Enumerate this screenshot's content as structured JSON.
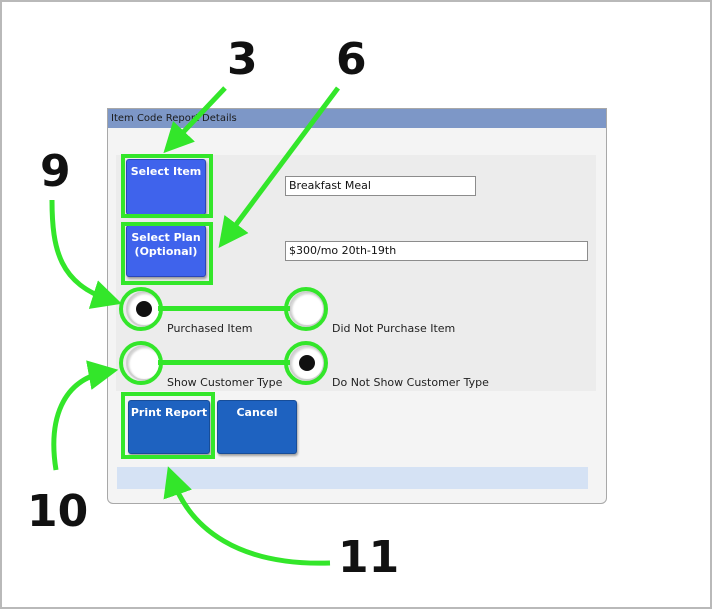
{
  "dialog": {
    "title": "Item Code Report Details",
    "select_item_label": "Select Item",
    "item_value": "Breakfast Meal",
    "select_plan_label": "Select Plan\n(Optional)",
    "plan_value": "$300/mo 20th-19th",
    "purchase_options": [
      {
        "label": "Purchased Item",
        "selected": true
      },
      {
        "label": "Did Not Purchase Item",
        "selected": false
      }
    ],
    "customer_type_options": [
      {
        "label": "Show Customer Type",
        "selected": false
      },
      {
        "label": "Do Not Show Customer Type",
        "selected": true
      }
    ],
    "print_label": "Print Report",
    "cancel_label": "Cancel"
  },
  "callouts": {
    "c3": "3",
    "c6": "6",
    "c9": "9",
    "c10": "10",
    "c11": "11"
  },
  "colors": {
    "highlight": "#33e62a",
    "button_blue": "#3f63ec",
    "button_dark": "#1e62c0",
    "titlebar": "#7d97c7"
  }
}
